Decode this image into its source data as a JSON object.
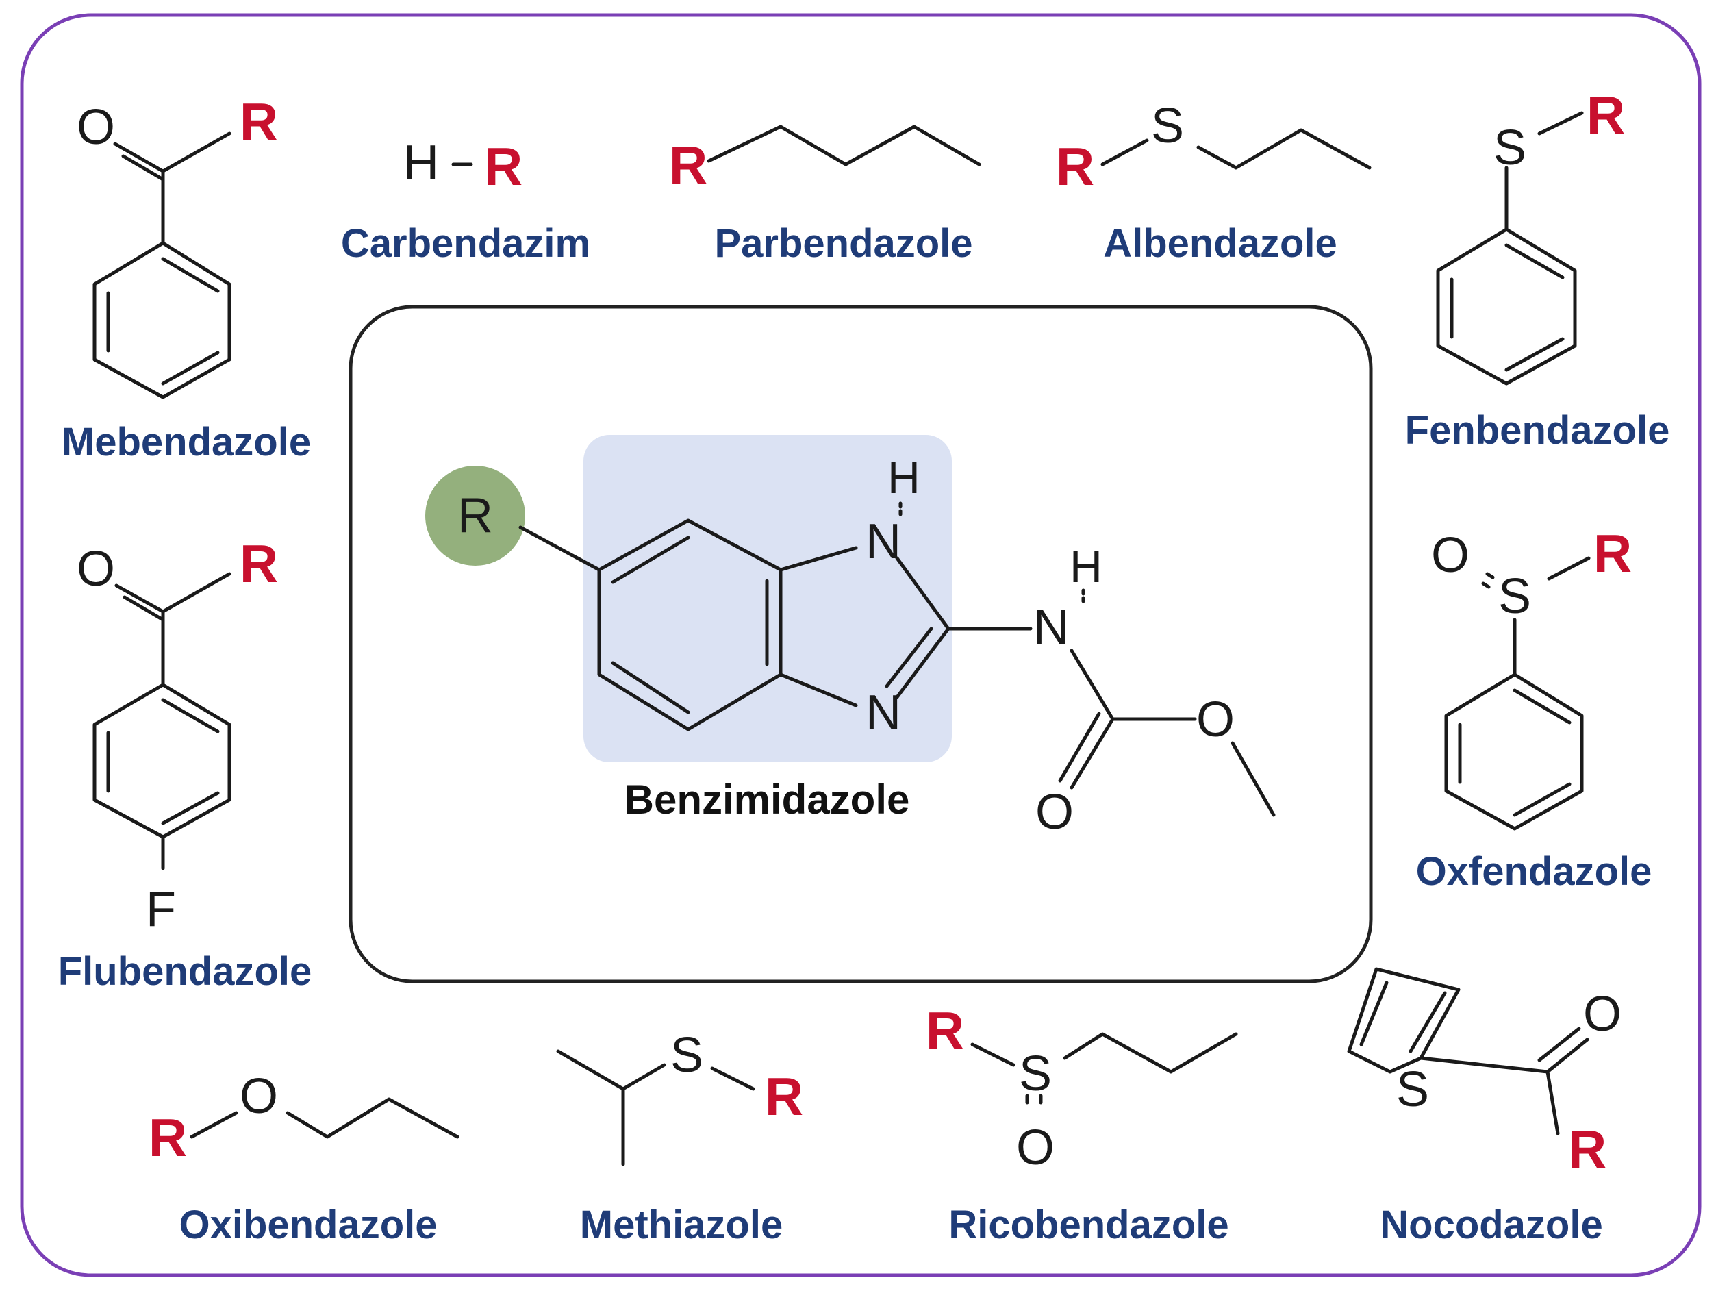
{
  "colors": {
    "frame": "#7a3fb5",
    "inner_frame": "#222222",
    "r_group": "#c8102e",
    "drug_name": "#1f3c78",
    "core_highlight": "#dbe2f3",
    "r_circle": "#94b07d",
    "r_core": "#8a4a1a"
  },
  "core": {
    "name": "Benzimidazole",
    "r_label": "R",
    "atoms": {
      "nh_n": "N",
      "nh_h": "H",
      "n_imine": "N",
      "amide_n": "N",
      "amide_h": "H",
      "carbonyl_o": "O",
      "ester_o": "O"
    }
  },
  "substituents": {
    "mebendazole": {
      "name": "Mebendazole",
      "r": "R",
      "o": "O"
    },
    "carbendazim": {
      "name": "Carbendazim",
      "r": "R",
      "h": "H"
    },
    "parbendazole": {
      "name": "Parbendazole",
      "r": "R"
    },
    "albendazole": {
      "name": "Albendazole",
      "r": "R",
      "s": "S"
    },
    "fenbendazole": {
      "name": "Fenbendazole",
      "r": "R",
      "s": "S"
    },
    "flubendazole": {
      "name": "Flubendazole",
      "r": "R",
      "o": "O",
      "f": "F"
    },
    "oxfendazole": {
      "name": "Oxfendazole",
      "r": "R",
      "s": "S",
      "o": "O"
    },
    "oxibendazole": {
      "name": "Oxibendazole",
      "r": "R",
      "o": "O"
    },
    "methiazole": {
      "name": "Methiazole",
      "r": "R",
      "s": "S"
    },
    "ricobendazole": {
      "name": "Ricobendazole",
      "r": "R",
      "s": "S",
      "o": "O"
    },
    "nocodazole": {
      "name": "Nocodazole",
      "r": "R",
      "s": "S",
      "o": "O"
    }
  }
}
